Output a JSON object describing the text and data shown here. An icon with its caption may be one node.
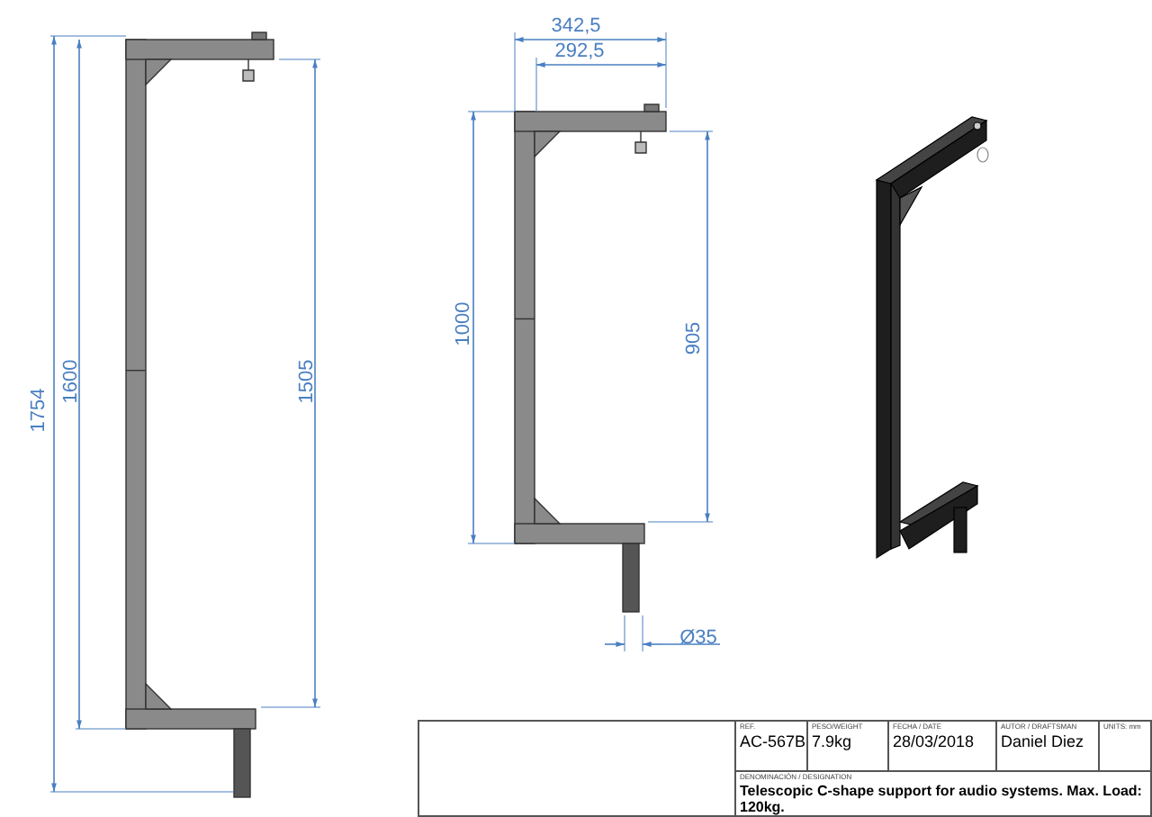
{
  "diagram": {
    "labels": [
      "1754",
      "1600",
      "1505",
      "342,5",
      "292,5",
      "1000",
      "905",
      "Ø35",
      "REF.",
      "AC-567B",
      "PESO/WEIGHT",
      "7.9kg",
      "FECHA / DATE",
      "28/03/2018",
      "AUTOR / DRAFTSMAN",
      "Daniel Diez",
      "UNITS: mm",
      "DENOMINACIÓN / DESIGNATION",
      "Telescopic C-shape support for audio systems. Max. Load: 120kg."
    ]
  }
}
